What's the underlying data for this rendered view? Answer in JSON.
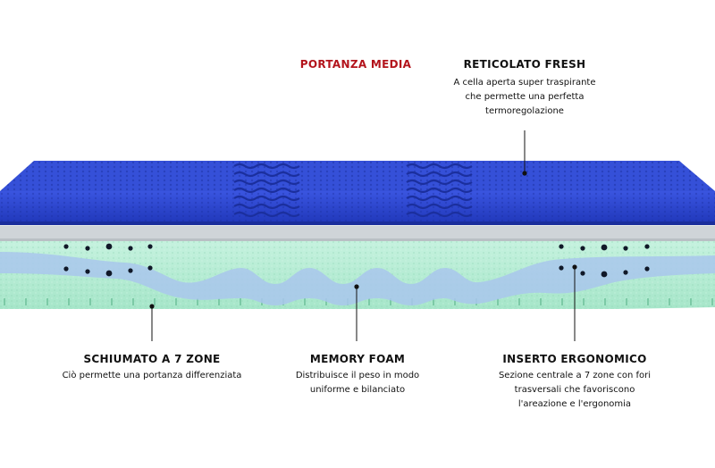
{
  "header": {
    "badge": "PORTANZA MEDIA"
  },
  "layers": {
    "top": {
      "title": "RETICOLATO FRESH",
      "lines": [
        "A cella aperta super traspirante",
        "che permette una perfetta",
        "termoregolazione"
      ]
    },
    "zones": {
      "title": "SCHIUMATO A 7 ZONE",
      "lines": [
        "Ciò permette una portanza differenziata"
      ]
    },
    "memory": {
      "title": "MEMORY FOAM",
      "lines": [
        "Distribuisce il peso in modo",
        "uniforme e bilanciato"
      ]
    },
    "insert": {
      "title": "INSERTO ERGONOMICO",
      "lines": [
        "Sezione centrale a 7 zone con fori",
        "trasversali che favoriscono",
        "l'areazione e l'ergonomia"
      ]
    }
  },
  "colors": {
    "accent_red": "#b3141c",
    "top_blue": "#2a45cf",
    "grey_layer": "#cfd4d8",
    "foam_green": "#b7ecd5",
    "memory_blue": "#a9c7ec"
  }
}
